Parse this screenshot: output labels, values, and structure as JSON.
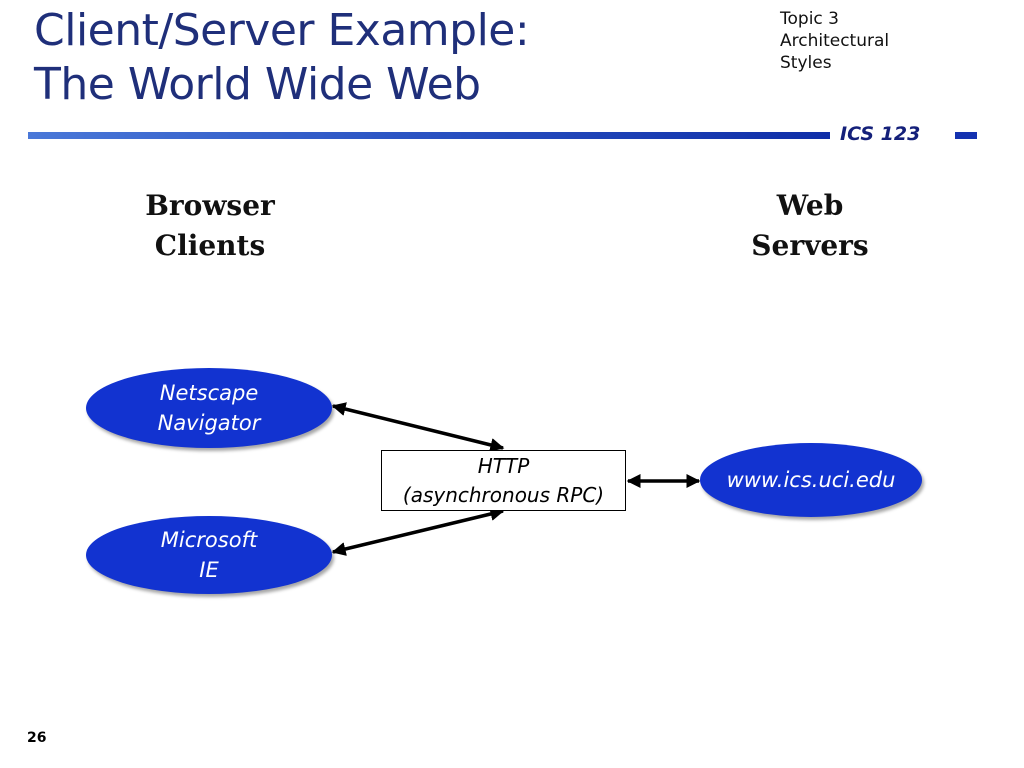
{
  "slide": {
    "title_line1": "Client/Server Example:",
    "title_line2": "The World Wide Web",
    "topic_line1": "Topic 3",
    "topic_line2": "Architectural",
    "topic_line3": "Styles",
    "course": "ICS 123",
    "page_number": "26"
  },
  "diagram": {
    "clients_heading_line1": "Browser",
    "clients_heading_line2": "Clients",
    "servers_heading_line1": "Web",
    "servers_heading_line2": "Servers",
    "nodes": [
      {
        "line1": "Netscape",
        "line2": "Navigator"
      },
      {
        "line1": "Microsoft",
        "line2": "IE"
      },
      {
        "line1": "www.ics.uci.edu"
      }
    ],
    "protocol_line1": "HTTP",
    "protocol_line2": "(asynchronous RPC)"
  },
  "colors": {
    "title": "#1f2f7a",
    "node_fill": "#1233d0",
    "accent_bar": "#1432b0"
  }
}
